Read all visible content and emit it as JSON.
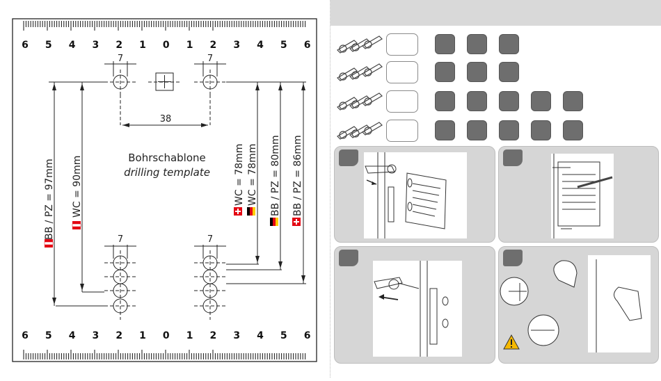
{
  "template": {
    "title": "Bohrschablone",
    "subtitle": "drilling template",
    "ruler_labels": [
      "6",
      "5",
      "4",
      "3",
      "2",
      "1",
      "0",
      "1",
      "2",
      "3",
      "4",
      "5",
      "6"
    ],
    "dim_7": "7",
    "dim_38": "38",
    "label_bb_97": "BB / PZ = 97mm",
    "label_wc_90": "WC = 90mm",
    "label_wc_78a": "WC = 78mm",
    "label_wc_78b": "WC = 78mm",
    "label_bb_80": "BB / PZ = 80mm",
    "label_bb_86": "BB / PZ = 86mm"
  },
  "colors": {
    "flag_red": "#e30613",
    "flag_black": "#000000",
    "flag_gold": "#ffcc00",
    "step_bg": "#d6d6d6",
    "square_grey": "#6e6e6e",
    "warning_yellow": "#f5b800"
  },
  "parts_rows": [
    {
      "icon": "lever-handle-set-icon",
      "squares": 3
    },
    {
      "icon": "lever-handle-set-icon",
      "squares": 3
    },
    {
      "icon": "knob-handle-set-icon",
      "squares": 5
    },
    {
      "icon": "lever-handle-rosette-set-icon",
      "squares": 5
    }
  ],
  "steps": [
    {
      "icon": "remove-old-handle-illustration"
    },
    {
      "icon": "mark-template-illustration"
    },
    {
      "icon": "insert-handle-illustration"
    },
    {
      "icon": "drill-holes-illustration",
      "warning": "warning-icon"
    }
  ]
}
